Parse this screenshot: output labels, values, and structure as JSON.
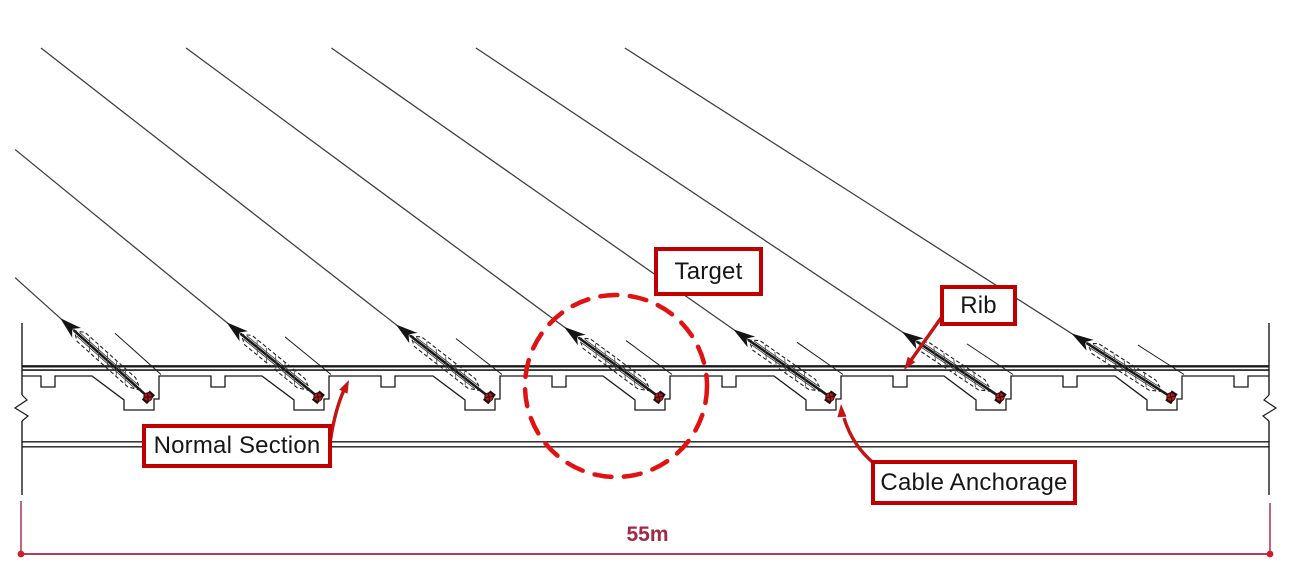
{
  "diagram": {
    "kind": "bridge-deck-elevation-drawing",
    "labels": {
      "target": "Target",
      "rib": "Rib",
      "normal_section": "Normal Section",
      "cable_anchorage": "Cable Anchorage"
    },
    "dimension": {
      "span_label": "55m"
    },
    "counts": {
      "stay_cables": 7,
      "cable_anchorages": 7,
      "rib_notches": 8
    },
    "highlight": {
      "shape": "dashed-circle",
      "marks": "central cable anchorage (Target)"
    },
    "colors": {
      "callout_border": "#c00000",
      "callout_text": "#161616",
      "arrow": "#c41414",
      "highlight_circle": "#e01212",
      "dimension_line": "#b33b5c",
      "dimension_dot": "#cc1f2d",
      "dimension_text": "#a12848",
      "linework": "#1a1a1a",
      "cable": "#3c3c3c",
      "anchor_dot": "#a81f1f",
      "background": "#ffffff"
    }
  }
}
